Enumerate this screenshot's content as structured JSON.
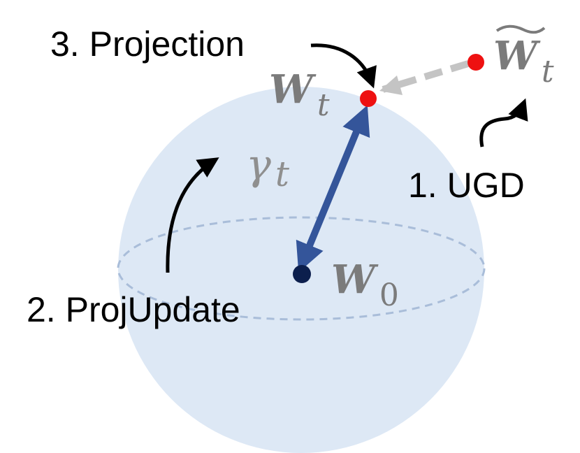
{
  "labels": {
    "step1": "1. UGD",
    "step2": "2. ProjUpdate",
    "step3": "3. Projection",
    "w_t_symbol": "W",
    "w_t_subscript": "t",
    "w_0_symbol": "W",
    "w_0_subscript": "0",
    "w_tilde_symbol": "W",
    "w_tilde_subscript": "t",
    "gamma_symbol": "γ",
    "gamma_subscript": "t"
  },
  "colors": {
    "sphere_fill": "#dde8f5",
    "equator": "#a9bdd9",
    "radius_arrow": "#34559a",
    "point_red": "#ee1111",
    "point_origin": "#0c1f4d",
    "projection_arrow": "#c4c4c4",
    "math_text": "#7b7b7b"
  }
}
